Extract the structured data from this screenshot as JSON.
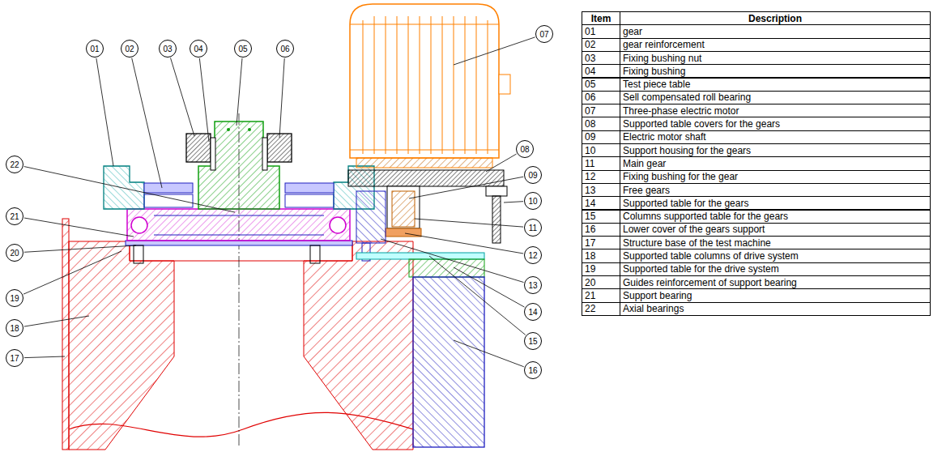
{
  "diagram": {
    "nodes": [
      {
        "text": [
          "01"
        ]
      },
      {
        "text": [
          "02"
        ]
      },
      {
        "text": [
          "03"
        ]
      },
      {
        "text": [
          "04"
        ]
      },
      {
        "text": [
          "05"
        ]
      },
      {
        "text": [
          "06"
        ]
      },
      {
        "text": [
          "07"
        ]
      },
      {
        "text": [
          "08"
        ]
      },
      {
        "text": [
          "09"
        ]
      },
      {
        "text": [
          "10"
        ]
      },
      {
        "text": [
          "11"
        ]
      },
      {
        "text": [
          "12"
        ]
      },
      {
        "text": [
          "13"
        ]
      },
      {
        "text": [
          "14"
        ]
      },
      {
        "text": [
          "15"
        ]
      },
      {
        "text": [
          "16"
        ]
      },
      {
        "text": [
          "17"
        ]
      },
      {
        "text": [
          "18"
        ]
      },
      {
        "text": [
          "19"
        ]
      },
      {
        "text": [
          "20"
        ]
      },
      {
        "text": [
          "21"
        ]
      },
      {
        "text": [
          "22"
        ]
      }
    ],
    "labels": [
      "Item",
      "Description",
      "01",
      "gear",
      "02",
      "gear reinforcement",
      "03",
      "Fixing bushing nut",
      "04",
      "Fixing bushing",
      "05",
      "Test piece table",
      "06",
      "Sell compensated roll bearing",
      "07",
      "Three-phase electric motor",
      "08",
      "Supported table covers for the  gears",
      "09",
      "Electric motor shaft",
      "10",
      "Support housing for the gears",
      "11",
      "Main gear",
      "12",
      "Fixing bushing for the gear",
      "13",
      "Free gears",
      "14",
      "Supported table for  the gears",
      "15",
      "Columns supported table for  the gears",
      "16",
      "Lower cover of the gears support",
      "17",
      "Structure base of the test machine",
      "18",
      "Supported table columns of drive system",
      "19",
      "Supported table for the drive system",
      "20",
      "Guides reinforcement of support bearing",
      "21",
      "Support bearing",
      "22",
      "Axial bearings"
    ]
  }
}
